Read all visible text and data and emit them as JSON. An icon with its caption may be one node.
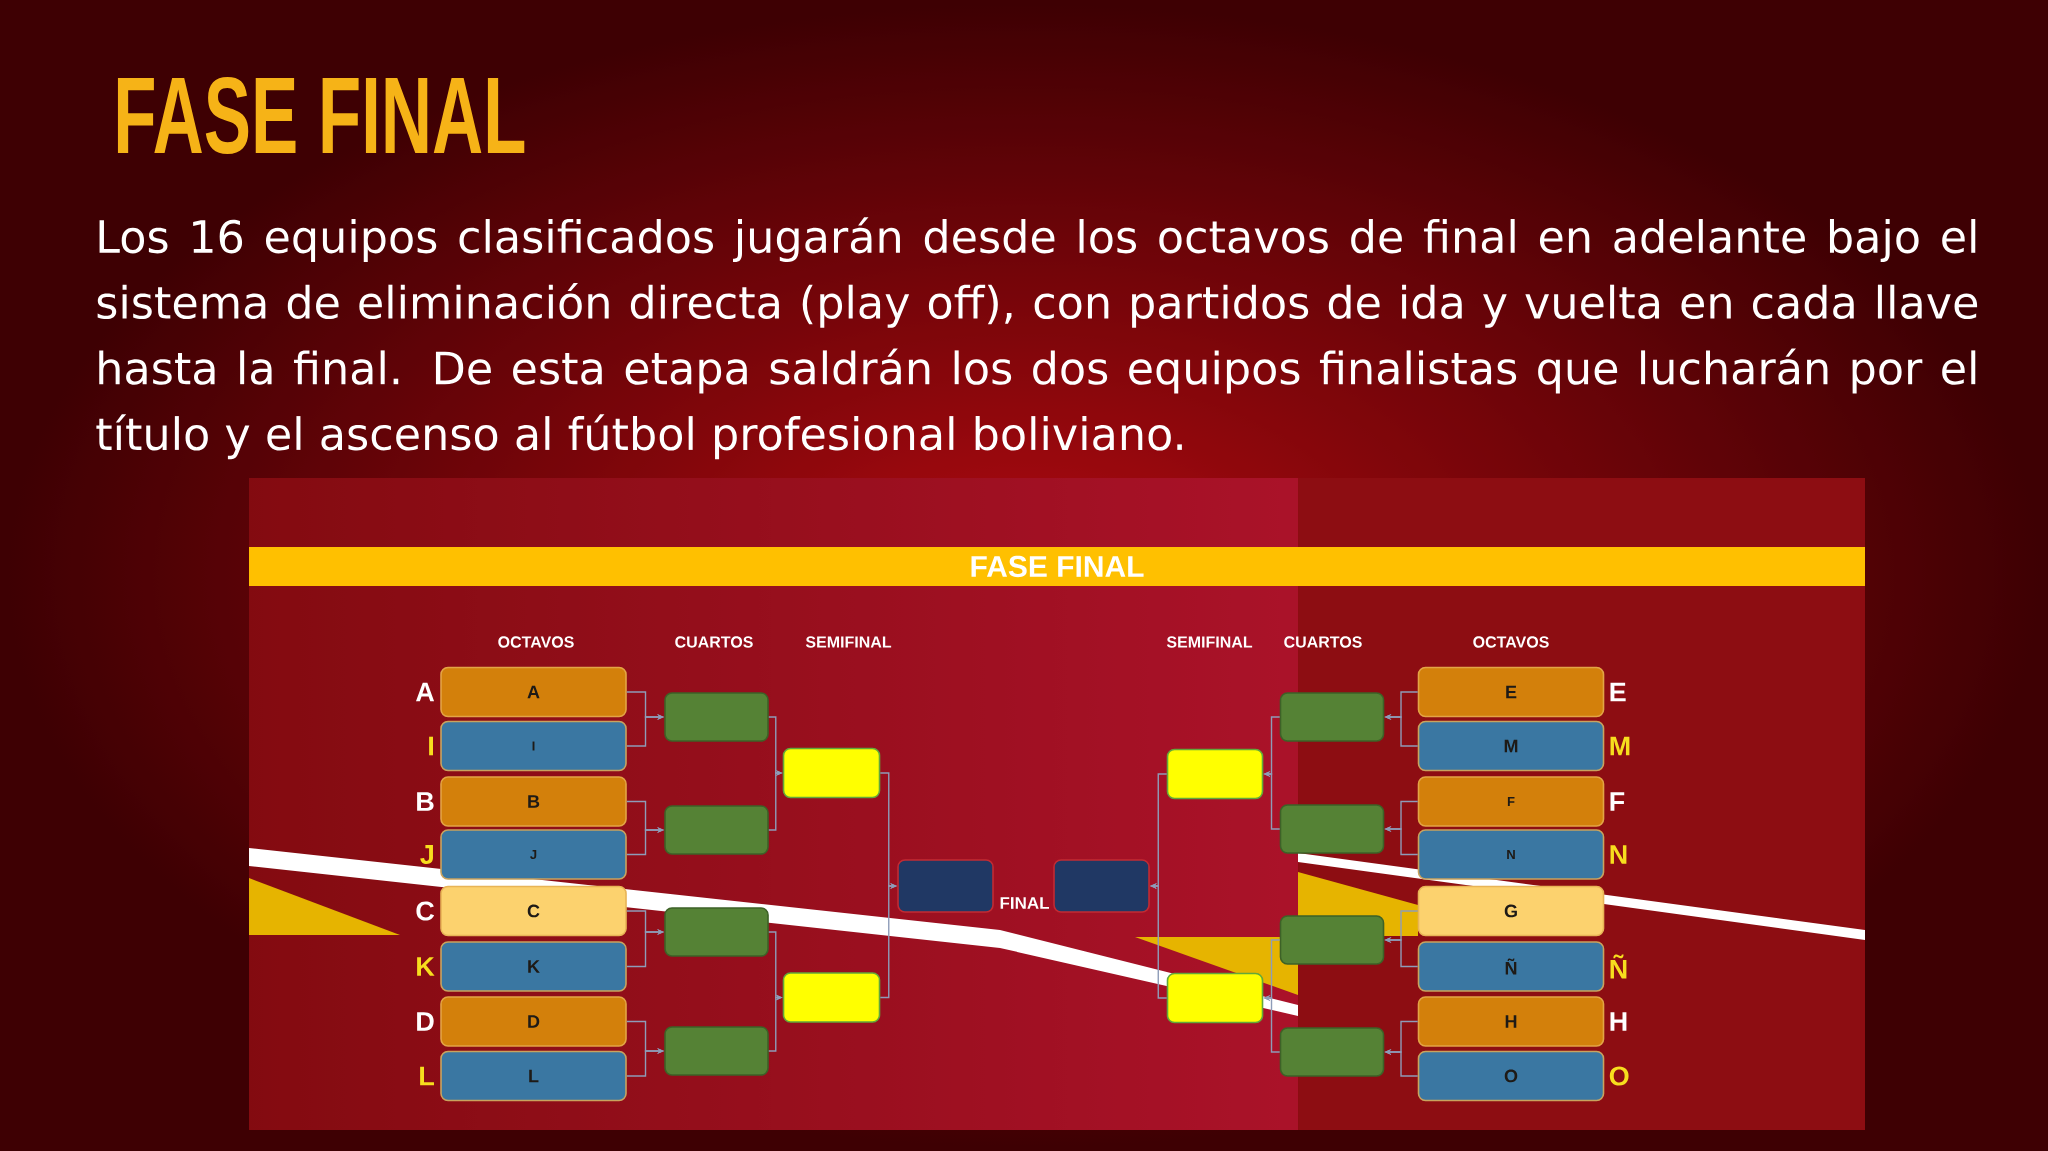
{
  "diagram": {
    "title": "FASE FINAL",
    "nodes": [
      {
        "text": [
          "FASE FINAL"
        ]
      },
      {
        "text": [
          "A"
        ],
        "beside": [
          "A"
        ]
      },
      {
        "text": [
          "I"
        ],
        "beside": [
          "I"
        ]
      },
      {
        "text": [
          "B"
        ],
        "beside": [
          "B"
        ]
      },
      {
        "text": [
          "J"
        ],
        "beside": [
          "J"
        ]
      },
      {
        "text": [
          "C"
        ],
        "beside": [
          "C"
        ]
      },
      {
        "text": [
          "K"
        ],
        "beside": [
          "K"
        ]
      },
      {
        "text": [
          "D"
        ],
        "beside": [
          "D"
        ]
      },
      {
        "text": [
          "L"
        ],
        "beside": [
          "L"
        ]
      },
      {
        "text": [],
        "shape": "box"
      },
      {
        "text": [],
        "shape": "box"
      },
      {
        "text": [],
        "shape": "box"
      },
      {
        "text": [],
        "shape": "box"
      },
      {
        "text": [],
        "shape": "box"
      },
      {
        "text": [],
        "shape": "box"
      },
      {
        "text": [],
        "shape": "box"
      },
      {
        "text": [],
        "shape": "box"
      },
      {
        "text": [],
        "shape": "box"
      },
      {
        "text": [],
        "shape": "box"
      },
      {
        "text": [],
        "shape": "box"
      },
      {
        "text": [],
        "shape": "box"
      },
      {
        "text": [],
        "shape": "box"
      },
      {
        "text": [],
        "shape": "box"
      },
      {
        "text": [
          "E"
        ],
        "beside": [
          "E"
        ]
      },
      {
        "text": [
          "M"
        ],
        "beside": [
          "M"
        ]
      },
      {
        "text": [
          "F"
        ],
        "beside": [
          "F"
        ]
      },
      {
        "text": [
          "N"
        ],
        "beside": [
          "N"
        ]
      },
      {
        "text": [
          "G"
        ]
      },
      {
        "text": [
          "Ñ"
        ],
        "beside": [
          "Ñ"
        ]
      },
      {
        "text": [
          "H"
        ],
        "beside": [
          "H"
        ]
      },
      {
        "text": [
          "O"
        ],
        "beside": [
          "O"
        ]
      }
    ],
    "edges": [
      {
        "from": 1,
        "to": 9,
        "arrow": "to"
      },
      {
        "from": 2,
        "to": 9,
        "arrow": "to"
      },
      {
        "from": 3,
        "to": 10,
        "arrow": "to"
      },
      {
        "from": 4,
        "to": 10,
        "arrow": "to"
      },
      {
        "from": 5,
        "to": 11,
        "arrow": "to"
      },
      {
        "from": 6,
        "to": 11,
        "arrow": "to"
      },
      {
        "from": 7,
        "to": 12,
        "arrow": "to"
      },
      {
        "from": 8,
        "to": 12,
        "arrow": "to"
      },
      {
        "from": 9,
        "to": 13,
        "arrow": "to"
      },
      {
        "from": 10,
        "to": 13,
        "arrow": "to"
      },
      {
        "from": 11,
        "to": 14,
        "arrow": "to"
      },
      {
        "from": 12,
        "to": 14,
        "arrow": "to"
      },
      {
        "from": 13,
        "to": 15,
        "arrow": "to"
      },
      {
        "from": 14,
        "to": 15,
        "arrow": "to"
      },
      {
        "from": 23,
        "to": 19,
        "arrow": "to"
      },
      {
        "from": 24,
        "to": 19,
        "arrow": "to"
      },
      {
        "from": 25,
        "to": 20,
        "arrow": "to"
      },
      {
        "from": 26,
        "to": 20,
        "arrow": "to"
      },
      {
        "from": 27,
        "to": 21,
        "arrow": "to"
      },
      {
        "from": 28,
        "to": 21,
        "arrow": "to"
      },
      {
        "from": 29,
        "to": 22,
        "arrow": "to"
      },
      {
        "from": 30,
        "to": 22,
        "arrow": "to"
      },
      {
        "from": 19,
        "to": 17,
        "arrow": "to"
      },
      {
        "from": 20,
        "to": 17,
        "arrow": "to"
      },
      {
        "from": 21,
        "to": 18,
        "arrow": "to"
      },
      {
        "from": 22,
        "to": 18,
        "arrow": "to"
      },
      {
        "from": 17,
        "to": 16,
        "arrow": "to"
      },
      {
        "from": 18,
        "to": 16,
        "arrow": "to"
      }
    ],
    "labels": [
      "Los 16 equipos clasificados jugarán desde los octavos de final en adelante bajo el sistema de eliminación directa (play off), con partidos de ida y vuelta en cada llave hasta la final. De esta etapa saldrán los dos equipos finalistas que lucharán por el título y el ascenso al fútbol profesional boliviano.",
      "OCTAVOS",
      "CUARTOS",
      "SEMIFINAL",
      "SEMIFINAL",
      "CUARTOS",
      "OCTAVOS",
      "FINAL"
    ]
  }
}
